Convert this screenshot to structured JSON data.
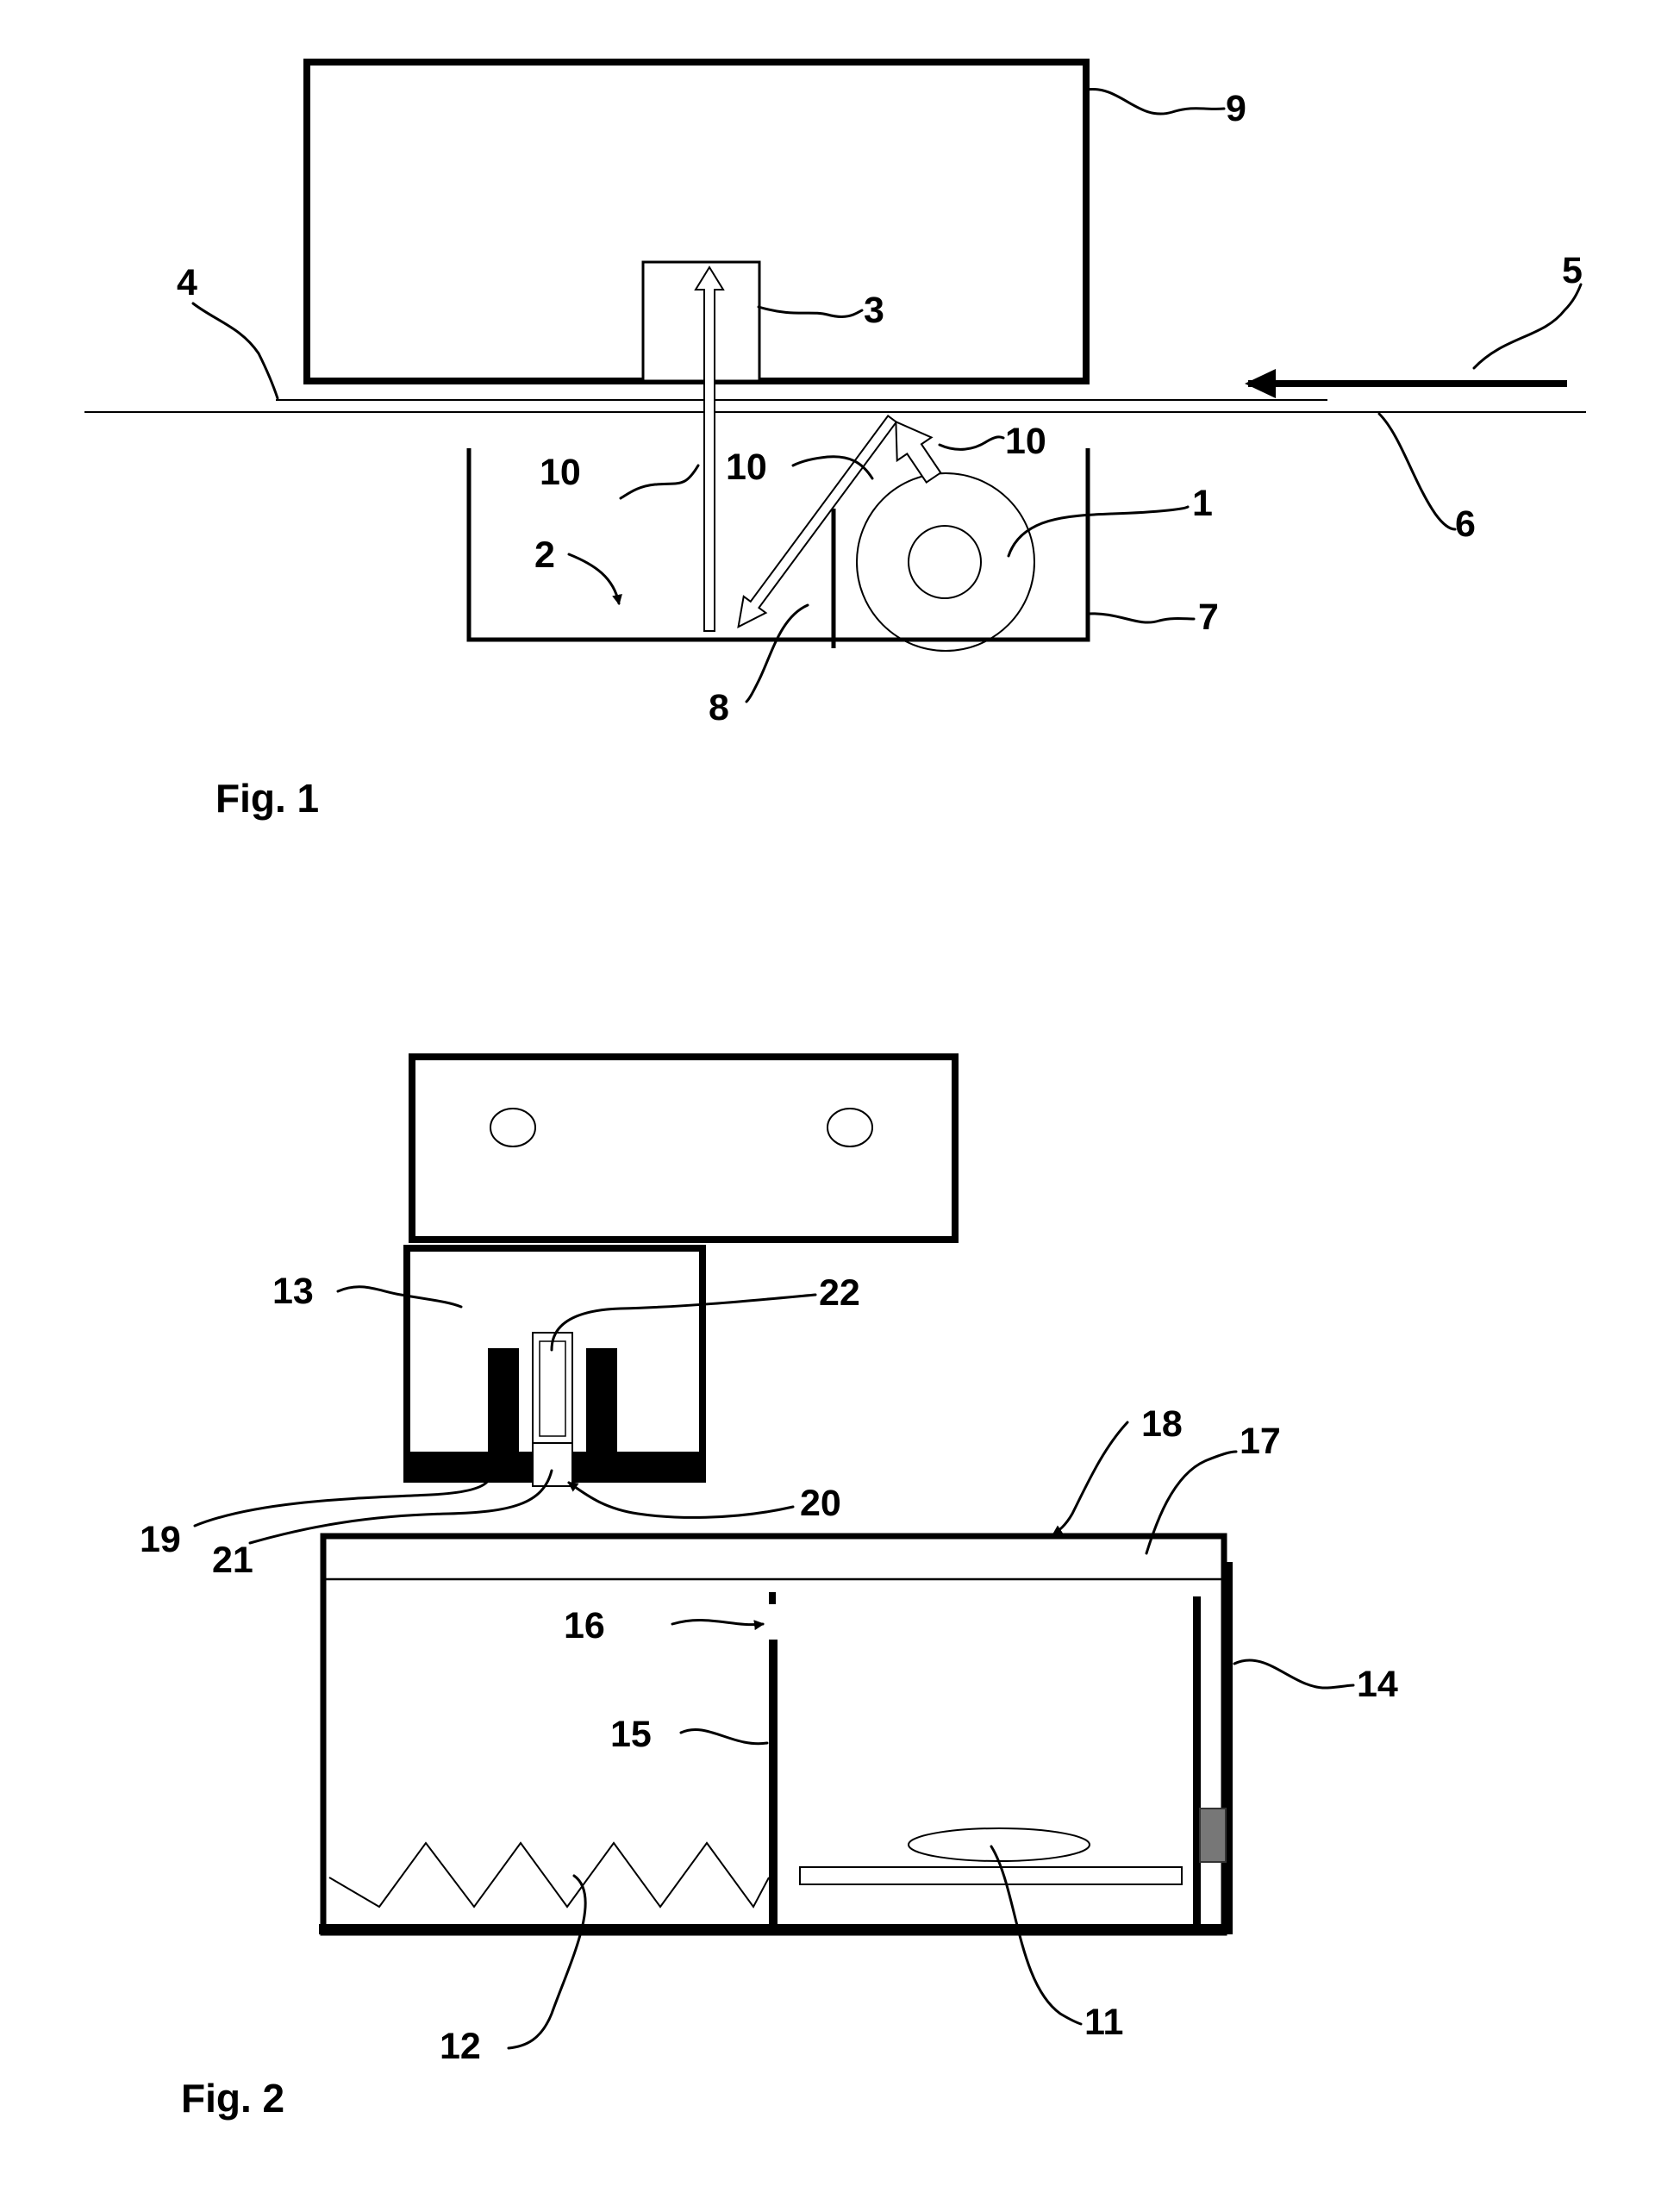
{
  "figure1": {
    "caption": "Fig. 1",
    "labels": {
      "n1": "1",
      "n2": "2",
      "n3": "3",
      "n4": "4",
      "n5": "5",
      "n6": "6",
      "n7": "7",
      "n8": "8",
      "n9": "9",
      "n10a": "10",
      "n10b": "10",
      "n10c": "10"
    }
  },
  "figure2": {
    "caption": "Fig. 2",
    "labels": {
      "n11": "11",
      "n12": "12",
      "n13": "13",
      "n14": "14",
      "n15": "15",
      "n16": "16",
      "n17": "17",
      "n18": "18",
      "n19": "19",
      "n20": "20",
      "n21": "21",
      "n22": "22"
    }
  }
}
